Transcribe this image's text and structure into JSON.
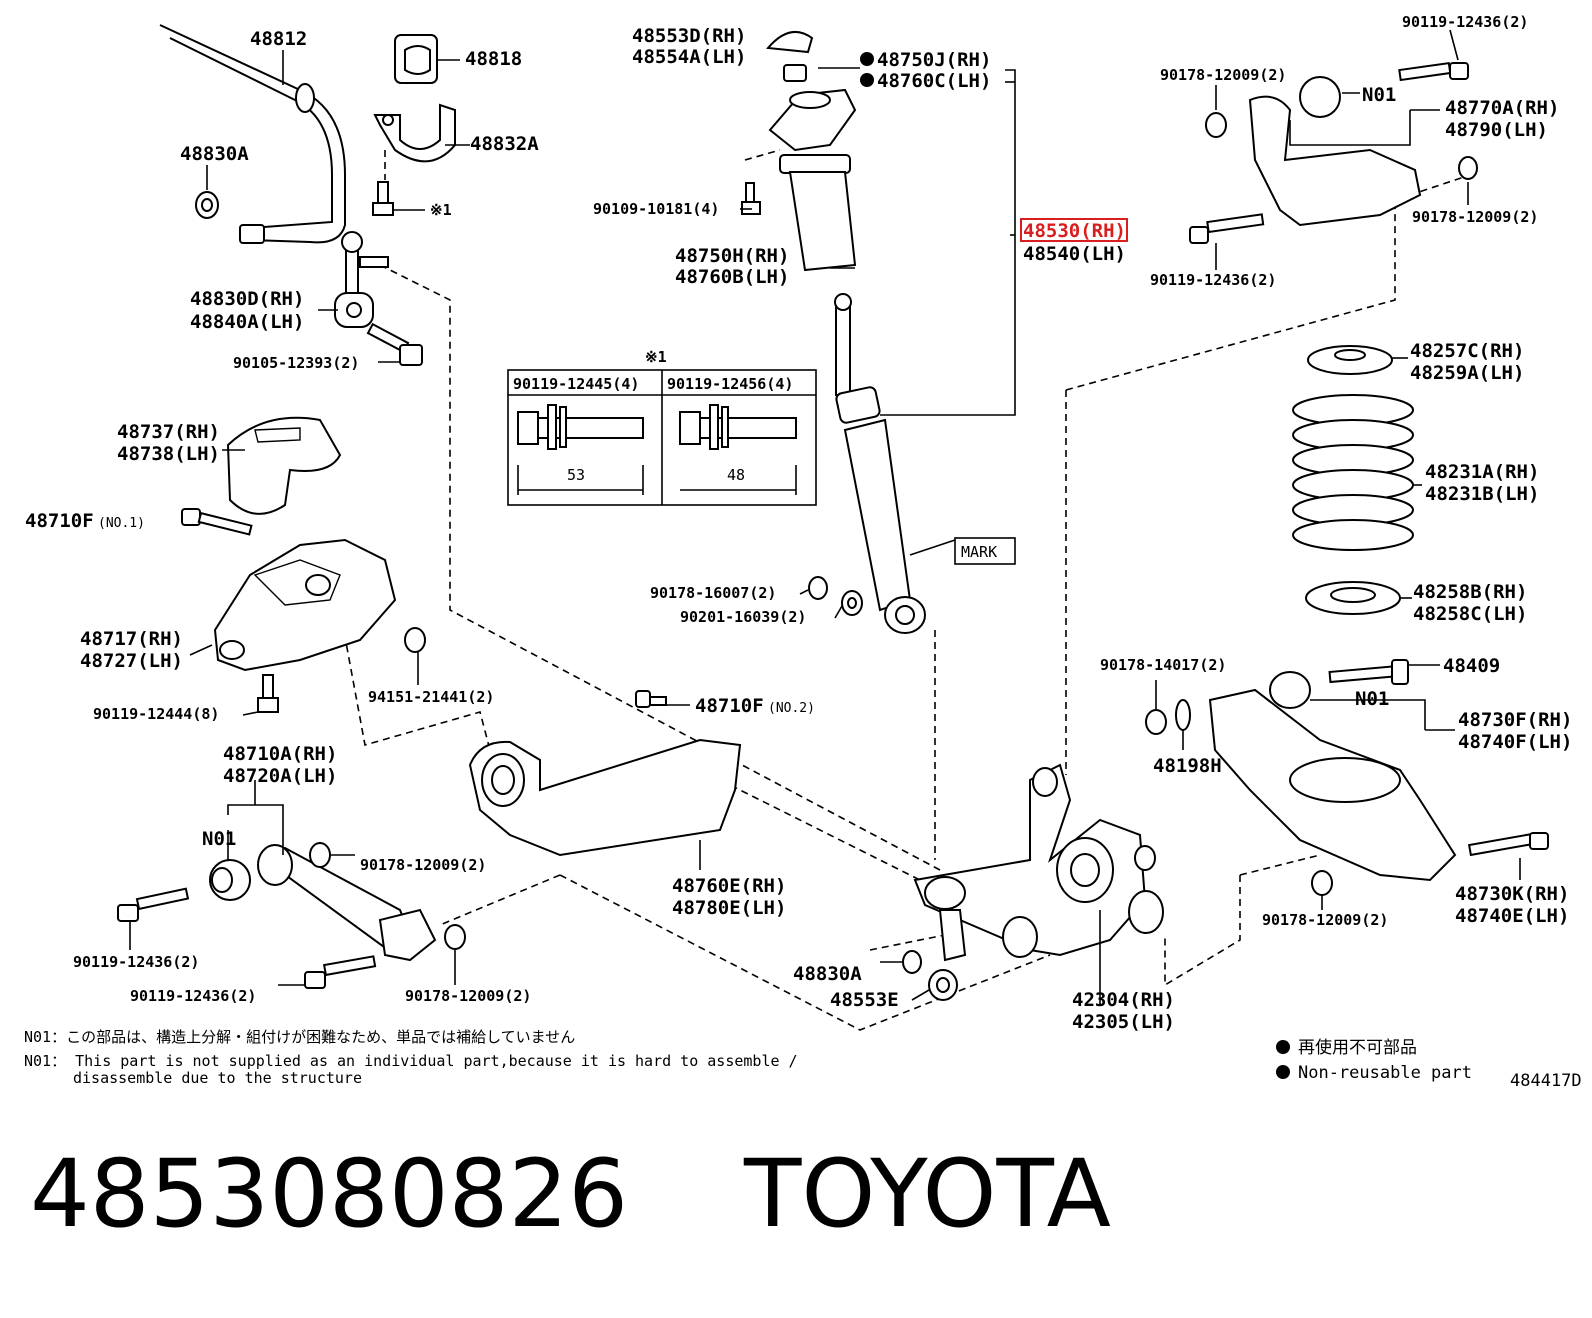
{
  "labels": {
    "p48812": "48812",
    "p48818": "48818",
    "p48832a": "48832A",
    "p48830a_top": "48830A",
    "p_star1_small": "※1",
    "p48830d": "48830D(RH)",
    "p48840a": "48840A(LH)",
    "p90105": "90105-12393(2)",
    "p48737": "48737(RH)",
    "p48738": "48738(LH)",
    "p48710f_no1": "48710F",
    "p48710f_no1_suffix": "(NO.1)",
    "p48717": "48717(RH)",
    "p48727": "48727(LH)",
    "p94151": "94151-21441(2)",
    "p90119_12444": "90119-12444(8)",
    "p48710a": "48710A(RH)",
    "p48720a": "48720A(LH)",
    "p_n01_left": "N01",
    "p90178_left": "90178-12009(2)",
    "p90119_12436_a": "90119-12436(2)",
    "p90119_12436_b": "90119-12436(2)",
    "p90178_bottom": "90178-12009(2)",
    "p48553d": "48553D(RH)",
    "p48554a": "48554A(LH)",
    "p48750j": "48750J(RH)",
    "p48760c": "48760C(LH)",
    "p90109": "90109-10181(4)",
    "p48750h": "48750H(RH)",
    "p48760b": "48760B(LH)",
    "p48530": "48530(RH)",
    "p48540": "48540(LH)",
    "table_star": "※1",
    "table_col1": "90119-12445(4)",
    "table_col2": "90119-12456(4)",
    "table_dim1": "53",
    "table_dim2": "48",
    "p_mark": "MARK",
    "p90178_16007": "90178-16007(2)",
    "p90201": "90201-16039(2)",
    "p48710f_no2": "48710F",
    "p48710f_no2_suffix": "(NO.2)",
    "p48760e": "48760E(RH)",
    "p48780e": "48780E(LH)",
    "p48830a_bottom": "48830A",
    "p48553e": "48553E",
    "p42304": "42304(RH)",
    "p42305": "42305(LH)",
    "p90119_12436_tr": "90119-12436(2)",
    "p90178_tr": "90178-12009(2)",
    "p_n01_tr": "N01",
    "p48770a": "48770A(RH)",
    "p48790": "48790(LH)",
    "p90178_tr2": "90178-12009(2)",
    "p90119_12436_tr2": "90119-12436(2)",
    "p48257c": "48257C(RH)",
    "p48259a": "48259A(LH)",
    "p48231a": "48231A(RH)",
    "p48231b": "48231B(LH)",
    "p48258b": "48258B(RH)",
    "p48258c": "48258C(LH)",
    "p90178_14017": "90178-14017(2)",
    "p48409": "48409",
    "p_n01_r": "N01",
    "p48730f": "48730F(RH)",
    "p48740f": "48740F(LH)",
    "p48198h": "48198H",
    "p48730k": "48730K(RH)",
    "p48740e": "48740E(LH)",
    "p90178_br": "90178-12009(2)"
  },
  "notes": {
    "n01_jp": "N01：この部品は、構造上分解・組付けが困難なため、単品では補給していません",
    "n01_en_1": "N01： This part is not supplied as an individual part,because it is hard to assemble /",
    "n01_en_2": "disassemble due to the structure"
  },
  "legend": {
    "jp": "再使用不可部品",
    "en": "Non-reusable part"
  },
  "diagram_id": "484417D",
  "highlight_color": "#d81e1e",
  "caption": {
    "part_number": "4853080826",
    "brand": "TOYOTA"
  }
}
